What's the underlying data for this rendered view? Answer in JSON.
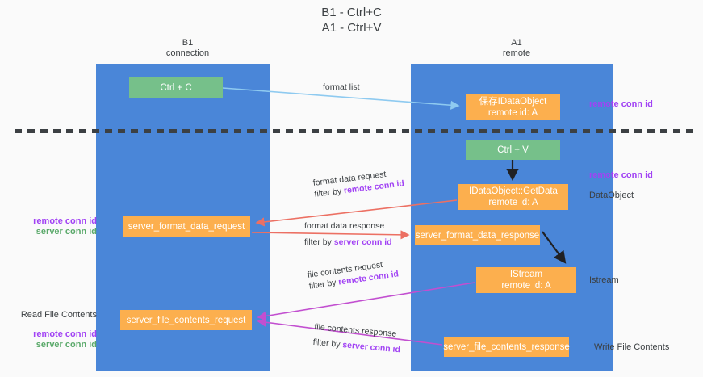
{
  "title": {
    "line1": "B1 - Ctrl+C",
    "line2": "A1 - Ctrl+V"
  },
  "columns": {
    "left": {
      "name": "B1",
      "role": "connection"
    },
    "right": {
      "name": "A1",
      "role": "remote"
    }
  },
  "nodes": {
    "ctrl_c": {
      "label": "Ctrl + C",
      "color": "#76c08a"
    },
    "iedataobject": {
      "line1": "保存IDataObject",
      "line2": "remote id: A",
      "color": "#fcaf4e"
    },
    "ctrl_v": {
      "label": "Ctrl + V",
      "color": "#76c08a"
    },
    "getdata": {
      "line1": "IDataObject::GetData",
      "line2": "remote id: A",
      "color": "#fcaf4e"
    },
    "server_format_data_request": {
      "label": "server_format_data_request",
      "color": "#fcaf4e"
    },
    "server_format_data_response": {
      "label": "server_format_data_response",
      "color": "#fcaf4e"
    },
    "istream": {
      "line1": "IStream",
      "line2": "remote id: A",
      "color": "#fcaf4e"
    },
    "server_file_contents_request": {
      "label": "server_file_contents_request",
      "color": "#fcaf4e"
    },
    "server_file_contents_response": {
      "label": "server_file_contents_response",
      "color": "#fcaf4e"
    }
  },
  "edges": {
    "format_list": {
      "label": "format list"
    },
    "format_data_request": {
      "line1": "format data request",
      "filter_prefix": "filter by ",
      "filter_key": "remote conn id"
    },
    "format_data_response": {
      "line1": "format data response",
      "filter_prefix": "filter by ",
      "filter_key": "server conn id"
    },
    "file_contents_request": {
      "line1": "file contents request",
      "filter_prefix": "filter by ",
      "filter_key": "remote conn id"
    },
    "file_contents_response": {
      "line1": "file contents response",
      "filter_prefix": "filter by ",
      "filter_key": "server conn id"
    }
  },
  "annotations": {
    "remote_conn_id_top": "remote conn id",
    "remote_conn_id_mid": "remote conn id",
    "dataobject": "DataObject",
    "istream": "Istream",
    "write_file_contents": "Write File Contents",
    "read_file_contents": "Read File Contents",
    "remote_conn_id_left_1": "remote conn id",
    "server_conn_id_left_1": "server conn id",
    "remote_conn_id_left_2": "remote conn id",
    "server_conn_id_left_2": "server conn id"
  },
  "colors": {
    "lane": "#4a86d8",
    "green_node": "#76c08a",
    "orange_node": "#fcaf4e",
    "purple_text": "#a142f4",
    "green_text": "#5aa96a",
    "arrow_blue": "#8ecaf0",
    "arrow_red": "#ec7063",
    "arrow_magenta": "#c24fd0",
    "arrow_black": "#202124",
    "divider": "#3c4043",
    "background": "#fafafa"
  }
}
